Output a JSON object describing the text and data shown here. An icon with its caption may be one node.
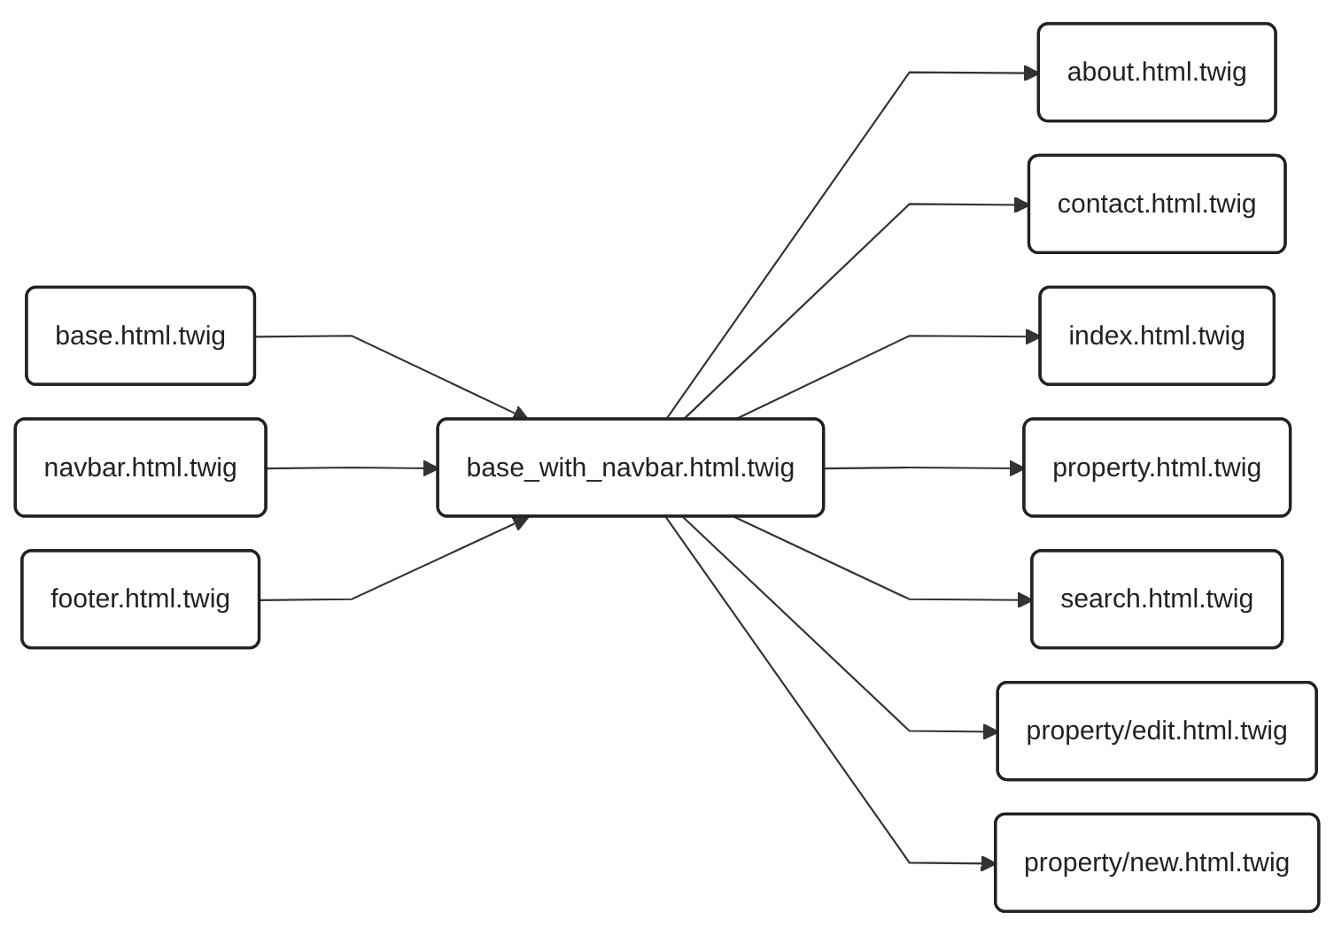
{
  "diagram": {
    "nodes": [
      {
        "text": [
          "base.html.twig"
        ]
      },
      {
        "text": [
          "navbar.html.twig"
        ]
      },
      {
        "text": [
          "footer.html.twig"
        ]
      },
      {
        "text": [
          "base_with_navbar.html.twig"
        ]
      },
      {
        "text": [
          "about.html.twig"
        ]
      },
      {
        "text": [
          "contact.html.twig"
        ]
      },
      {
        "text": [
          "index.html.twig"
        ]
      },
      {
        "text": [
          "property.html.twig"
        ]
      },
      {
        "text": [
          "search.html.twig"
        ]
      },
      {
        "text": [
          "property/edit.html.twig"
        ]
      },
      {
        "text": [
          "property/new.html.twig"
        ]
      }
    ],
    "edges": [
      {
        "from": 0,
        "to": 3,
        "arrow": "to"
      },
      {
        "from": 1,
        "to": 3,
        "arrow": "to"
      },
      {
        "from": 2,
        "to": 3,
        "arrow": "to"
      },
      {
        "from": 3,
        "to": 4,
        "arrow": "to"
      },
      {
        "from": 3,
        "to": 5,
        "arrow": "to"
      },
      {
        "from": 3,
        "to": 6,
        "arrow": "to"
      },
      {
        "from": 3,
        "to": 7,
        "arrow": "to"
      },
      {
        "from": 3,
        "to": 8,
        "arrow": "to"
      },
      {
        "from": 3,
        "to": 9,
        "arrow": "to"
      },
      {
        "from": 3,
        "to": 10,
        "arrow": "to"
      }
    ]
  }
}
